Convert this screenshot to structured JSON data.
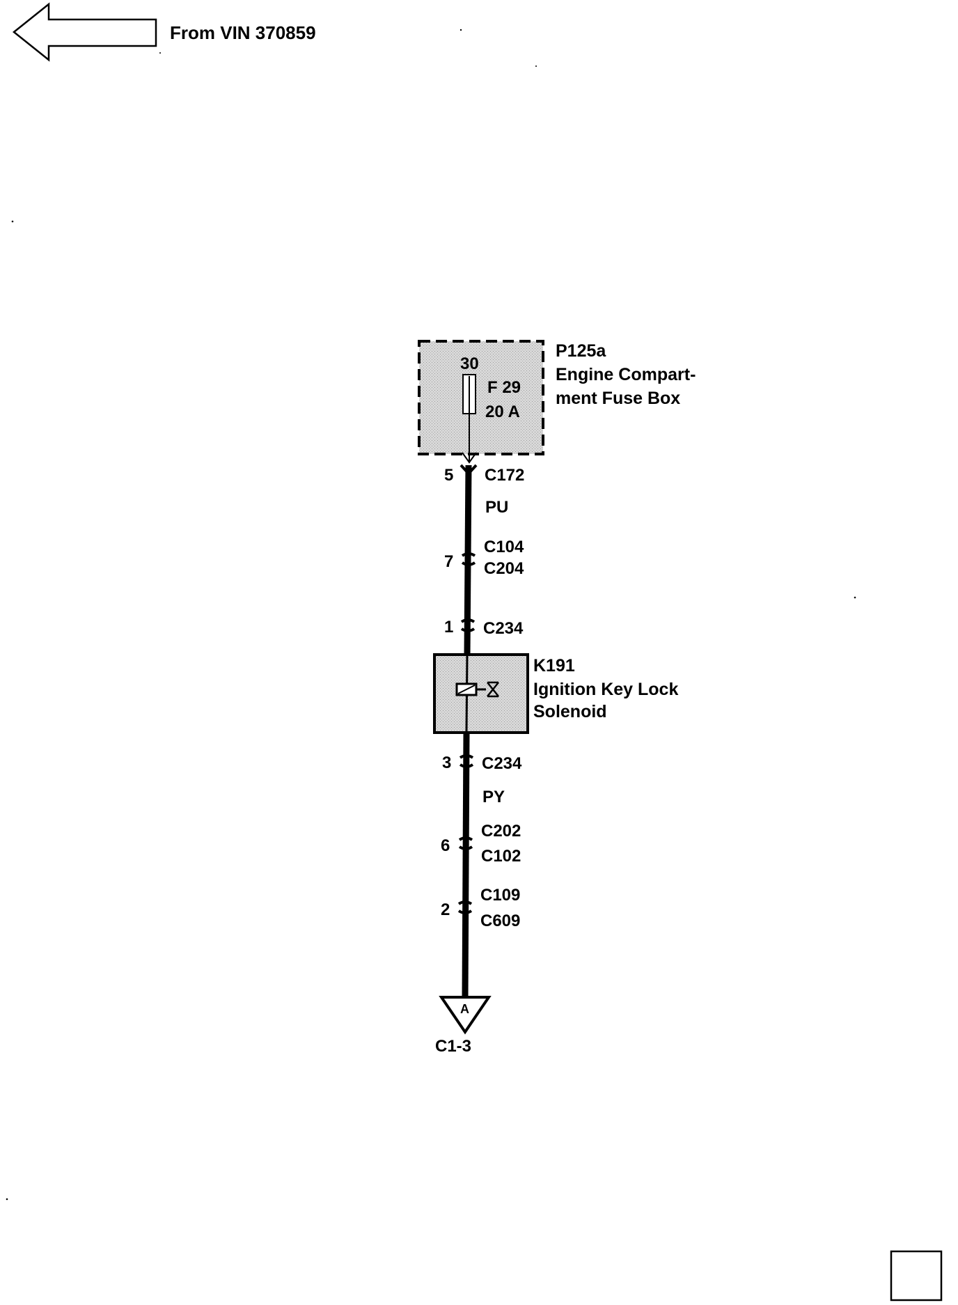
{
  "header": {
    "nav_text": "From VIN 370859"
  },
  "fuse_box": {
    "id": "P125a",
    "name_line1": "Engine Compart-",
    "name_line2": "ment Fuse Box",
    "terminal": "30",
    "fuse": "F 29",
    "rating": "20 A"
  },
  "connectors": {
    "c172": {
      "pin": "5",
      "name": "C172"
    },
    "c104_c204": {
      "pin": "7",
      "name1": "C104",
      "name2": "C204"
    },
    "c234_top": {
      "pin": "1",
      "name": "C234"
    },
    "c234_bottom": {
      "pin": "3",
      "name": "C234"
    },
    "c202_c102": {
      "pin": "6",
      "name1": "C202",
      "name2": "C102"
    },
    "c109_c609": {
      "pin": "2",
      "name1": "C109",
      "name2": "C609"
    }
  },
  "wires": {
    "upper_color": "PU",
    "lower_color": "PY"
  },
  "solenoid": {
    "id": "K191",
    "name_line1": "Ignition Key Lock",
    "name_line2": "Solenoid"
  },
  "offpage": {
    "symbol": "A",
    "ref": "C1-3"
  },
  "colors": {
    "ink": "#000000",
    "shade": "#cfcfcf",
    "paper": "#ffffff"
  }
}
